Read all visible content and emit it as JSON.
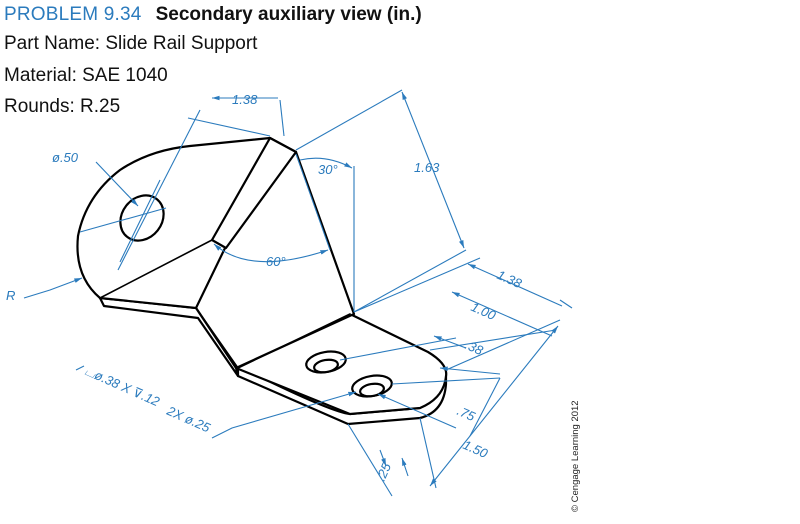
{
  "header": {
    "problem_label": "PROBLEM 9.34",
    "title": "Secondary auxiliary view (in.)",
    "part_name": "Part Name: Slide Rail Support",
    "material": "Material: SAE 1040",
    "rounds": "Rounds: R.25"
  },
  "dimensions": {
    "width_top": "1.38",
    "hole_diameter": "ø.50",
    "height": "1.63",
    "angle_30": "30°",
    "angle_60": "60°",
    "radius": "R",
    "base_length": "1.38",
    "base_length_inner": "1.00",
    "hole_spacing": ".38",
    "hole_offset": ".75",
    "base_width": "1.50",
    "thickness": ".25",
    "holes_note_count": "2X ø.25",
    "holes_note_cbore": "⌴ø.38 X ⊽.12"
  },
  "credit": "© Cengage Learning 2012"
}
